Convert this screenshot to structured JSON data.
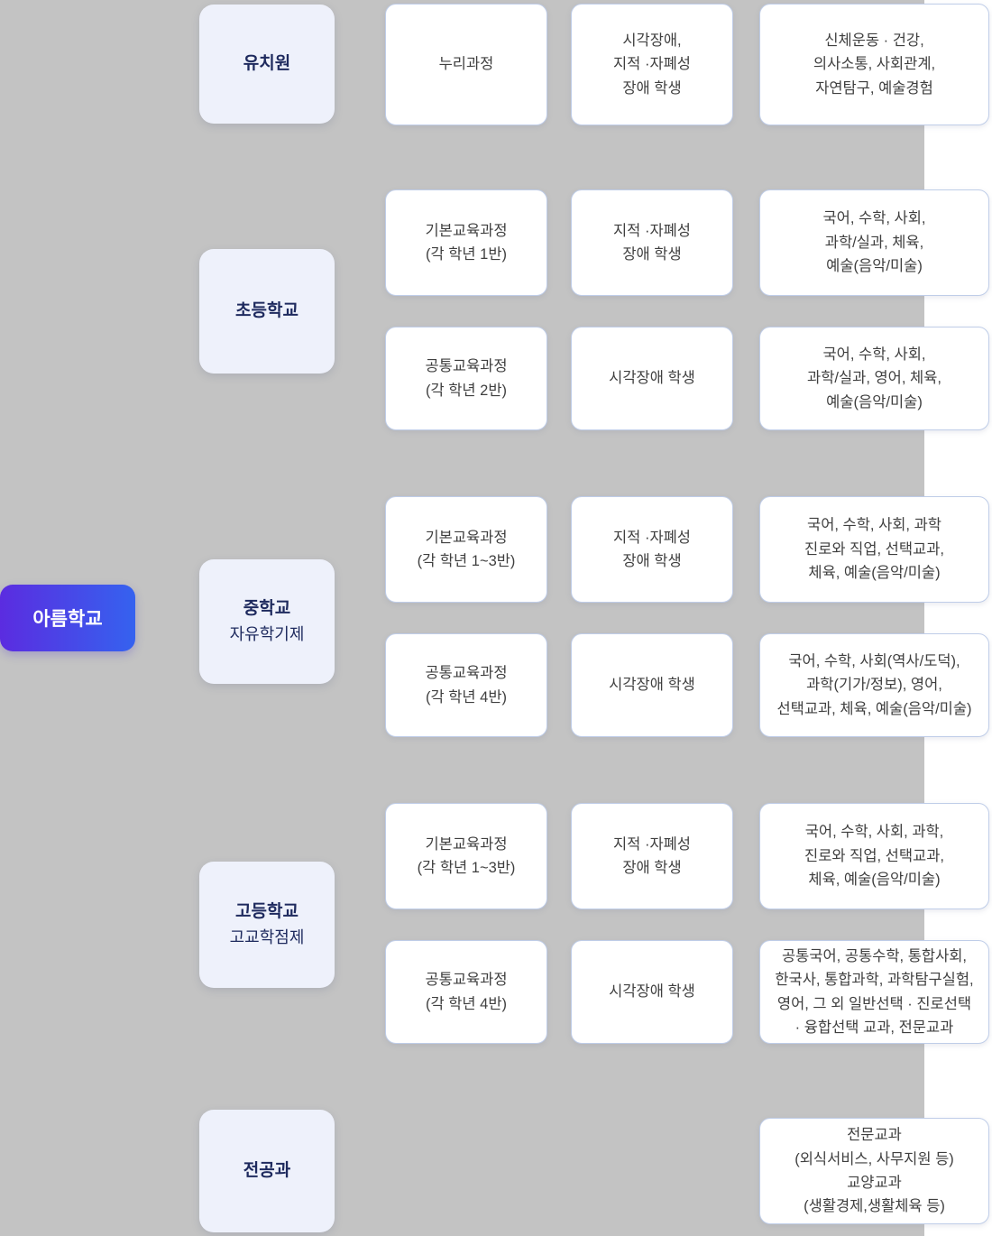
{
  "colors": {
    "page_background": "#ffffff",
    "panel_background": "#c3c3c3",
    "card_border": "#bfcde8",
    "card_text": "#3f3f3f",
    "level_card_background": "#eef1fb",
    "level_card_text": "#1e2a5e",
    "root_gradient_from": "#5b2ce0",
    "root_gradient_to": "#3562ef",
    "root_text": "#ffffff"
  },
  "root": {
    "label": "아름학교"
  },
  "sections": [
    {
      "id": "kindergarten",
      "level": {
        "label": "유치원",
        "sublabel": ""
      },
      "rows": [
        {
          "curriculum": "누리과정",
          "students": "시각장애,\n지적 ·자폐성\n장애 학생",
          "subjects": "신체운동 · 건강,\n의사소통, 사회관계,\n자연탐구, 예술경험"
        }
      ]
    },
    {
      "id": "elementary",
      "level": {
        "label": "초등학교",
        "sublabel": ""
      },
      "rows": [
        {
          "curriculum": "기본교육과정\n(각 학년 1반)",
          "students": "지적 ·자폐성\n장애 학생",
          "subjects": "국어, 수학, 사회,\n과학/실과, 체육,\n예술(음악/미술)"
        },
        {
          "curriculum": "공통교육과정\n(각 학년 2반)",
          "students": "시각장애 학생",
          "subjects": "국어, 수학, 사회,\n과학/실과, 영어, 체육,\n예술(음악/미술)"
        }
      ]
    },
    {
      "id": "middle",
      "level": {
        "label": "중학교",
        "sublabel": "자유학기제"
      },
      "rows": [
        {
          "curriculum": "기본교육과정\n(각 학년 1~3반)",
          "students": "지적 ·자폐성\n장애 학생",
          "subjects": "국어, 수학, 사회, 과학\n진로와 직업, 선택교과,\n체육, 예술(음악/미술)"
        },
        {
          "curriculum": "공통교육과정\n(각 학년 4반)",
          "students": "시각장애 학생",
          "subjects": "국어, 수학, 사회(역사/도덕),\n과학(기가/정보), 영어,\n선택교과, 체육, 예술(음악/미술)"
        }
      ]
    },
    {
      "id": "highschool",
      "level": {
        "label": "고등학교",
        "sublabel": "고교학점제"
      },
      "rows": [
        {
          "curriculum": "기본교육과정\n(각 학년 1~3반)",
          "students": "지적 ·자폐성\n장애 학생",
          "subjects": "국어, 수학, 사회, 과학,\n진로와 직업, 선택교과,\n체육, 예술(음악/미술)"
        },
        {
          "curriculum": "공통교육과정\n(각 학년 4반)",
          "students": "시각장애 학생",
          "subjects": "공통국어, 공통수학, 통합사회,\n한국사, 통합과학, 과학탐구실험,\n영어, 그 외 일반선택 · 진로선택\n· 융합선택 교과, 전문교과"
        }
      ]
    },
    {
      "id": "major",
      "level": {
        "label": "전공과",
        "sublabel": ""
      },
      "rows": [
        {
          "subjects": "전문교과\n(외식서비스, 사무지원 등)\n교양교과\n(생활경제,생활체육 등)"
        }
      ]
    }
  ]
}
